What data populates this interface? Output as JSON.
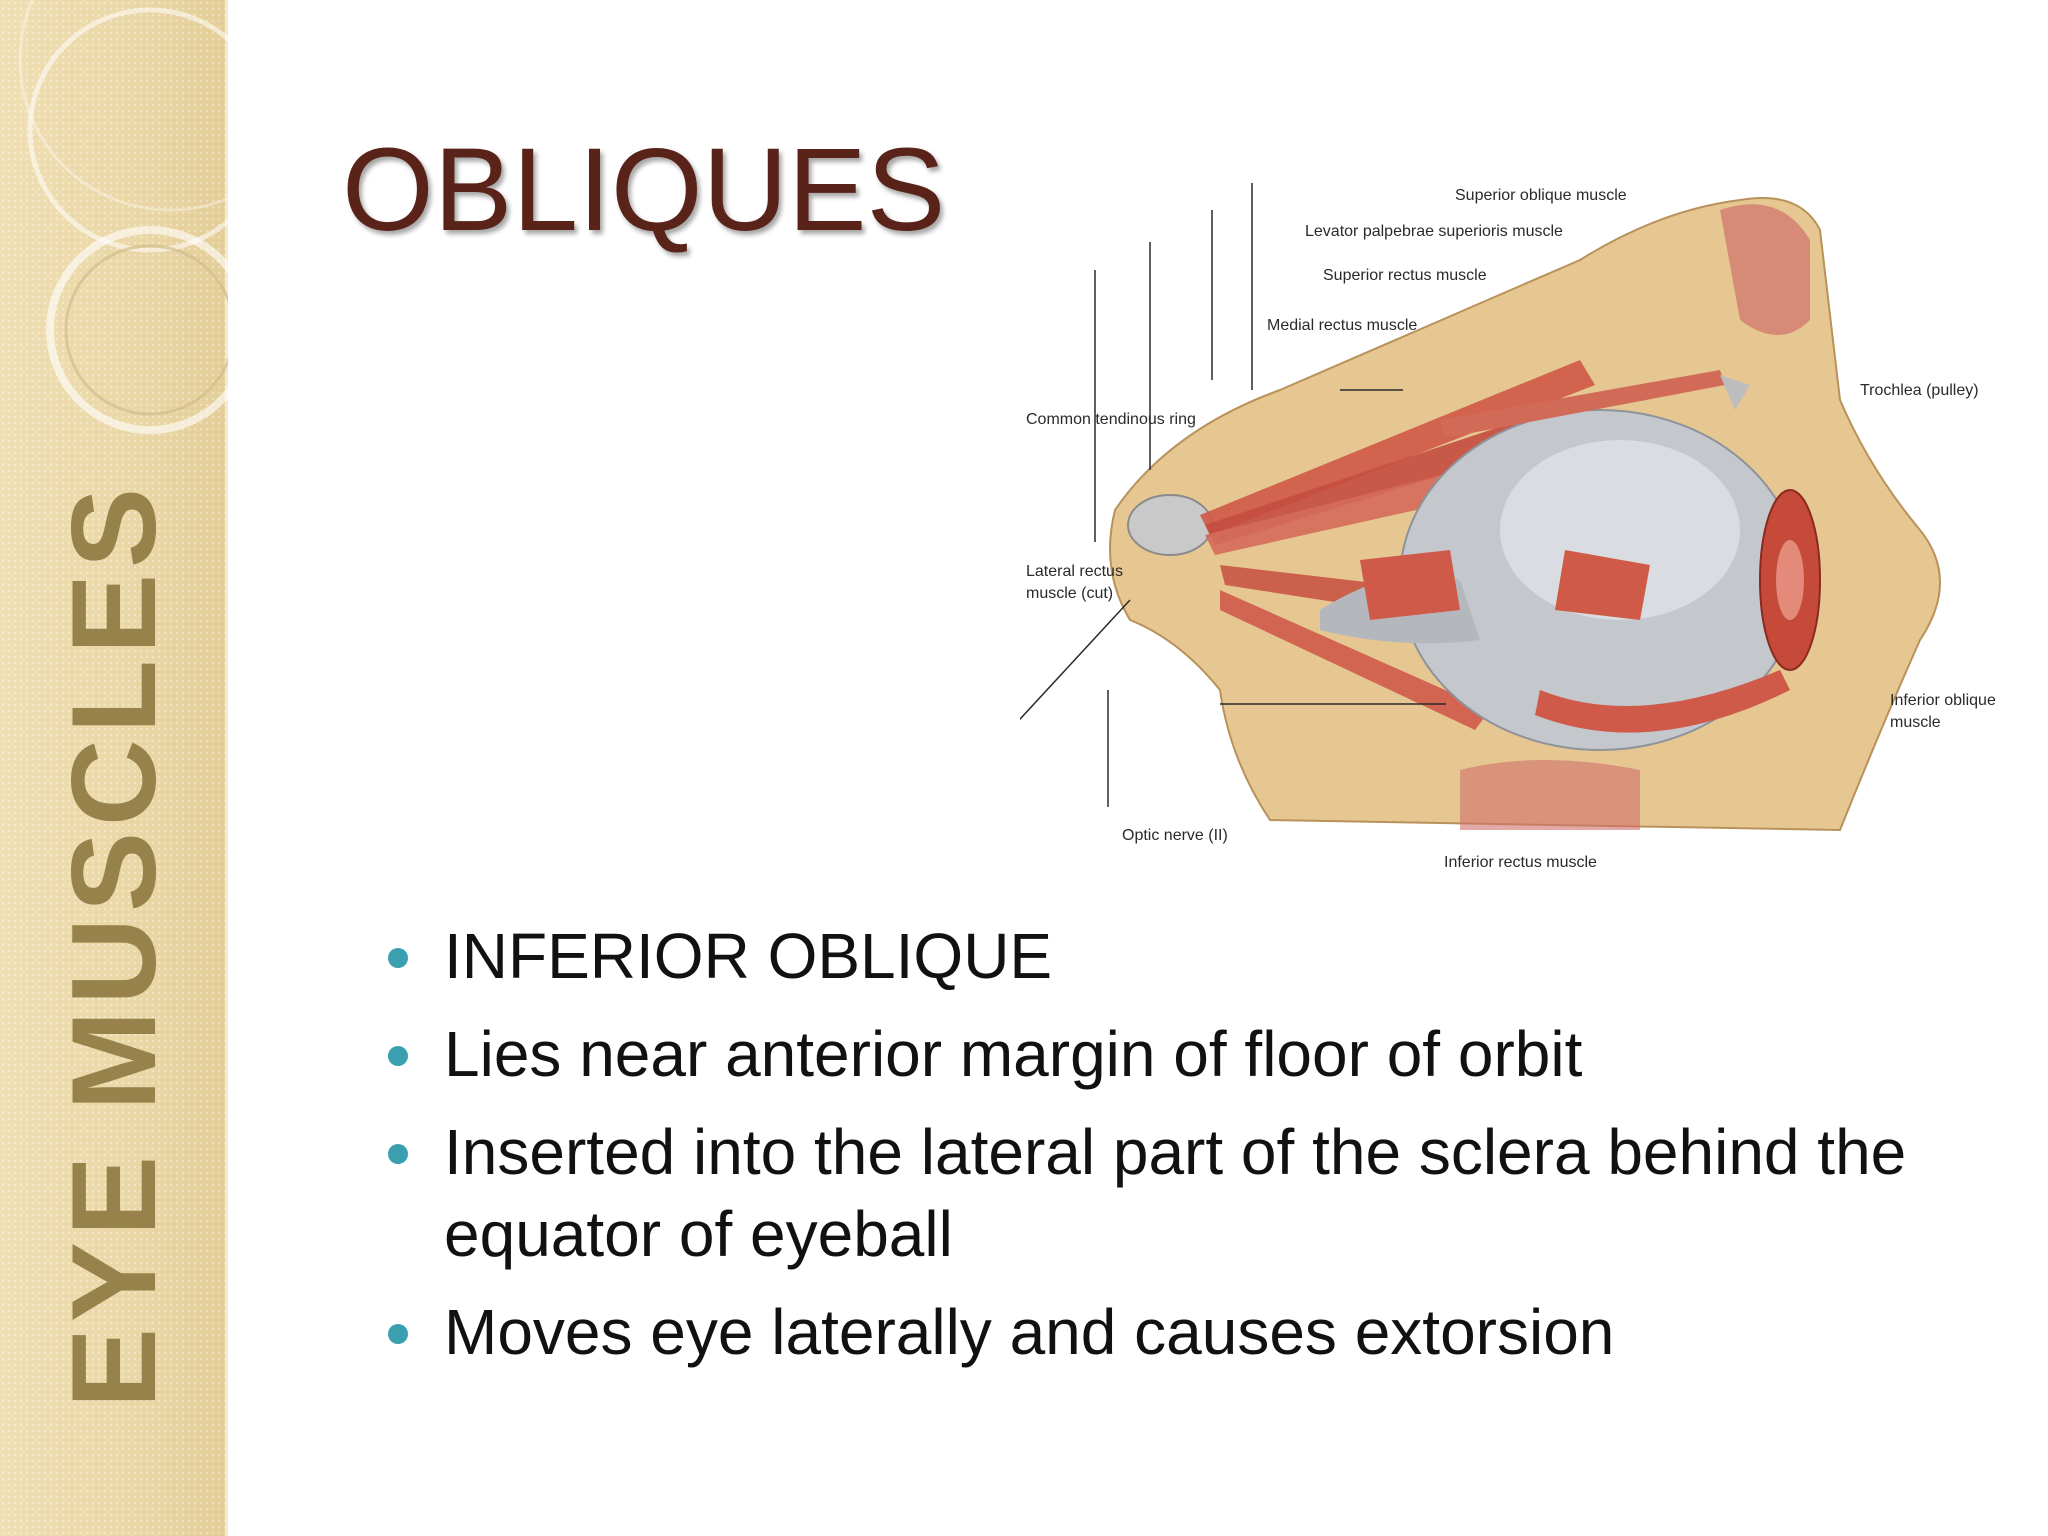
{
  "sidebar": {
    "title": "EYE MUSCLES"
  },
  "slide": {
    "title": "OBLIQUES"
  },
  "figure": {
    "labels": {
      "superior_oblique": "Superior oblique muscle",
      "levator": "Levator palpebrae superioris muscle",
      "superior_rectus": "Superior rectus muscle",
      "medial_rectus": "Medial rectus muscle",
      "common_ring": "Common tendinous ring",
      "trochlea": "Trochlea (pulley)",
      "lateral_rectus_1": "Lateral rectus",
      "lateral_rectus_2": "muscle (cut)",
      "inferior_oblique_1": "Inferior oblique",
      "inferior_oblique_2": "muscle",
      "optic_nerve": "Optic nerve (II)",
      "inferior_rectus": "Inferior rectus muscle"
    }
  },
  "bullets": [
    "INFERIOR OBLIQUE",
    "Lies near anterior margin of floor of orbit",
    "Inserted into the lateral part of the sclera behind the equator of eyeball",
    "Moves eye laterally and causes extorsion"
  ],
  "colors": {
    "title": "#5a2319",
    "side_title": "#96824a",
    "side_band": "#ecd9aa",
    "bullet": "#3aa0b0",
    "muscle": "#d2574a"
  }
}
